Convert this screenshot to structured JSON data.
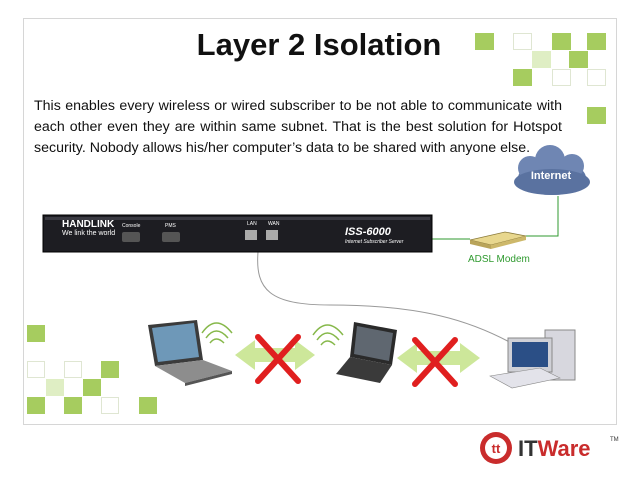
{
  "slide": {
    "title": "Layer 2 Isolation",
    "body": "This enables every wireless or wired subscriber to be not able to communicate with each other even they are within same subnet. That is the best solution for Hotspot security. Nobody allows his/her computer’s data to be shared with anyone else."
  },
  "diagram": {
    "cloud_label": "Internet",
    "modem_label": "ADSL Modem",
    "server": {
      "brand": "HANDLINK",
      "tagline": "We link the world",
      "model": "ISS-6000",
      "subtitle": "Internet Subscriber Server",
      "port_labels": [
        "Console",
        "PMS",
        "LAN",
        "WAN"
      ]
    }
  },
  "logo": {
    "text_it": "IT",
    "text_ware": "Ware",
    "tm": "TM"
  },
  "colors": {
    "accent_green": "#a6cc5f",
    "pale_green": "#dfeec4",
    "cross_red": "#e01f1f",
    "cloud_blue": "#5e77a6",
    "logo_red": "#c92c2c"
  }
}
